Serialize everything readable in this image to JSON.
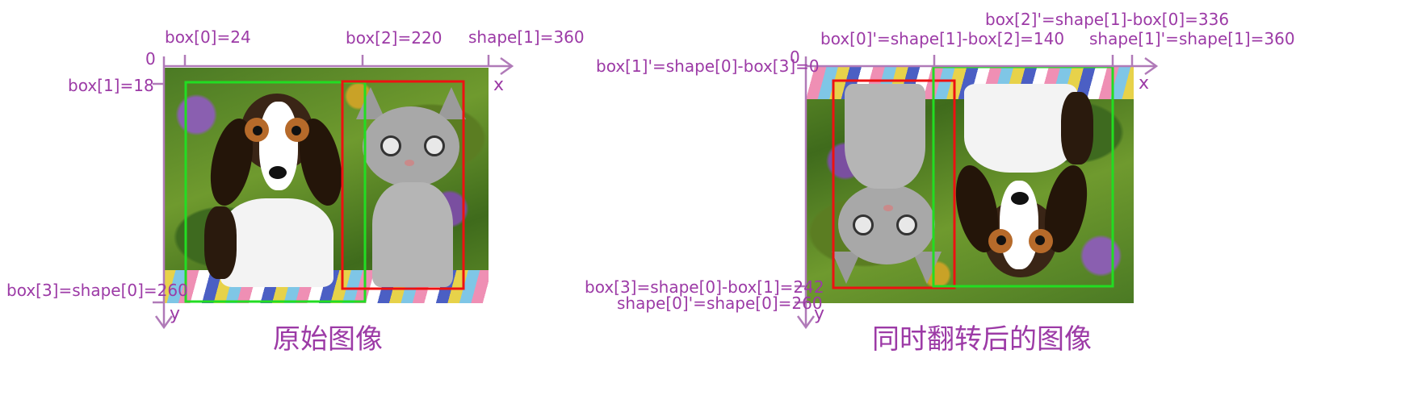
{
  "left": {
    "caption": "原始图像",
    "label_box0": "box[0]=24",
    "label_box2": "box[2]=220",
    "label_shape1": "shape[1]=360",
    "label_box1": "box[1]=18",
    "label_box3": "box[3]=shape[0]=260",
    "origin": "0",
    "axis_x": "x",
    "axis_y": "y"
  },
  "right": {
    "caption": "同时翻转后的图像",
    "label_box2p": "box[2]'=shape[1]-box[0]=336",
    "label_box0p": "box[0]'=shape[1]-box[2]=140",
    "label_shape1p": "shape[1]'=shape[1]=360",
    "label_box1p": "box[1]'=shape[0]-box[3]=0",
    "label_box3p": "box[3]=shape[0]-box[1]=242",
    "label_shape0p": "shape[0]'=shape[0]=260",
    "origin": "0",
    "axis_x": "x",
    "axis_y": "y"
  },
  "colors": {
    "label": "#9c3aa6",
    "axis": "#b07ab8",
    "dog_box": "#22dd22",
    "cat_box": "#ee1111"
  },
  "icons": {
    "dog": "puppy-image",
    "cat": "kitten-image"
  }
}
